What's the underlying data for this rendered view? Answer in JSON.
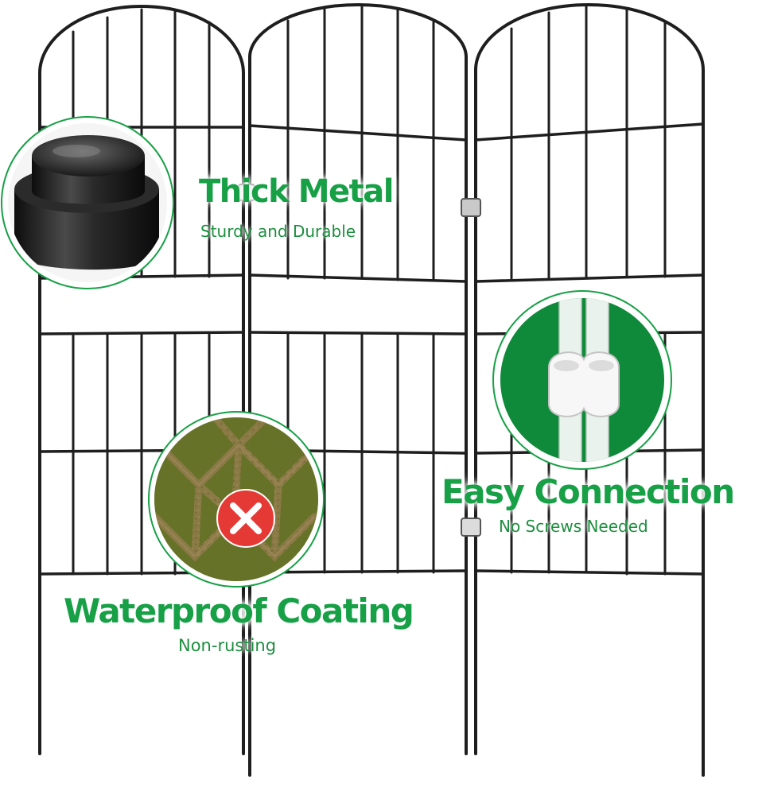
{
  "features": [
    {
      "title": "Thick Metal",
      "subtitle": "Sturdy and Durable",
      "icon": "metal-post-cap-icon"
    },
    {
      "title": "Waterproof Coating",
      "subtitle": "Non-rusting",
      "icon": "rusted-chain-link-icon"
    },
    {
      "title": "Easy Connection",
      "subtitle": "No Screws Needed",
      "icon": "clip-connector-icon"
    }
  ],
  "colors": {
    "accent_green": "#17a046",
    "circle_green": "#0e8a3a",
    "fence_metal": "#1e1e1e",
    "reject_red": "#e53935"
  },
  "product": {
    "panel_count": 3
  }
}
